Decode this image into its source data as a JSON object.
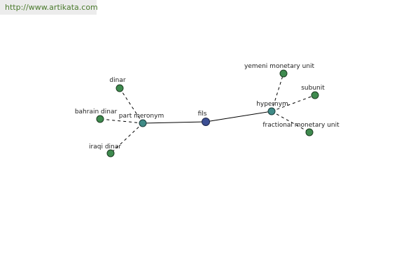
{
  "header": {
    "url": "http://www.artikata.com"
  },
  "graph": {
    "colors": {
      "center": "#3c4f94",
      "relation": "#3f8a86",
      "leaf": "#3e8a4e",
      "edge": "#000000"
    },
    "center": {
      "label": "fils"
    },
    "relations": [
      {
        "id": "part-meronym",
        "label": "part meronym"
      },
      {
        "id": "hypernym",
        "label": "hypernym"
      }
    ],
    "leaves": [
      {
        "id": "dinar",
        "label": "dinar",
        "relation": "part-meronym"
      },
      {
        "id": "bahrain-dinar",
        "label": "bahrain dinar",
        "relation": "part-meronym"
      },
      {
        "id": "iraqi-dinar",
        "label": "iraqi dinar",
        "relation": "part-meronym"
      },
      {
        "id": "yemeni-monetary-unit",
        "label": "yemeni monetary unit",
        "relation": "hypernym"
      },
      {
        "id": "subunit",
        "label": "subunit",
        "relation": "hypernym"
      },
      {
        "id": "fractional-monetary-unit",
        "label": "fractional monetary unit",
        "relation": "hypernym"
      }
    ]
  }
}
